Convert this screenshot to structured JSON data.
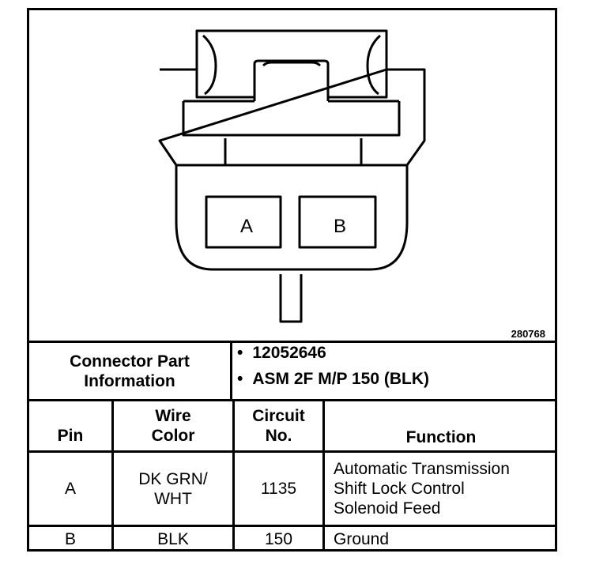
{
  "connector": {
    "pin_labels": [
      "A",
      "B"
    ],
    "figure_number": "280768"
  },
  "part_info": {
    "label_line1": "Connector Part",
    "label_line2": "Information",
    "items": [
      "12052646",
      "ASM 2F M/P 150 (BLK)"
    ]
  },
  "table": {
    "headers": {
      "pin": "Pin",
      "wire_color_line1": "Wire",
      "wire_color_line2": "Color",
      "circuit_line1": "Circuit",
      "circuit_line2": "No.",
      "function": "Function"
    },
    "rows": [
      {
        "pin": "A",
        "wire_color": [
          "DK GRN/",
          "WHT"
        ],
        "circuit": "1135",
        "function": [
          "Automatic Transmission",
          "Shift Lock Control",
          "Solenoid Feed"
        ]
      },
      {
        "pin": "B",
        "wire_color": [
          "BLK"
        ],
        "circuit": "150",
        "function": [
          "Ground"
        ]
      }
    ]
  }
}
